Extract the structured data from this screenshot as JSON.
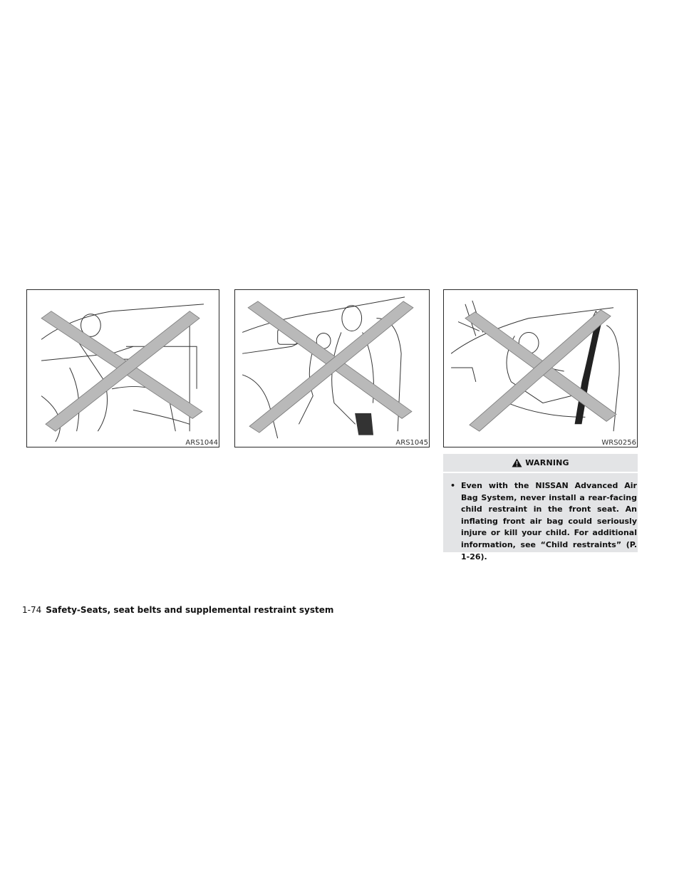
{
  "figures": [
    {
      "code": "ARS1044",
      "icon": "child-in-lap-crossed-out-illustration"
    },
    {
      "code": "ARS1045",
      "icon": "child-standing-near-airbag-crossed-out-illustration"
    },
    {
      "code": "WRS0256",
      "icon": "rear-facing-child-restraint-front-seat-crossed-out-illustration"
    }
  ],
  "warning": {
    "title": "WARNING",
    "icon": "warning-triangle-icon",
    "bullet": "•",
    "text": "Even with the NISSAN Advanced Air Bag System, never install a rear-facing child restraint in the front seat. An inflating front air bag could seriously injure or kill your child. For additional information, see “Child restraints” (P. 1-26)."
  },
  "footer": {
    "page_number": "1-74",
    "section_title": "Safety-Seats, seat belts and supplemental restraint system"
  },
  "colors": {
    "box_bg": "#e3e4e6",
    "line": "#2a2a2a",
    "cross": "#b9b9b9"
  }
}
